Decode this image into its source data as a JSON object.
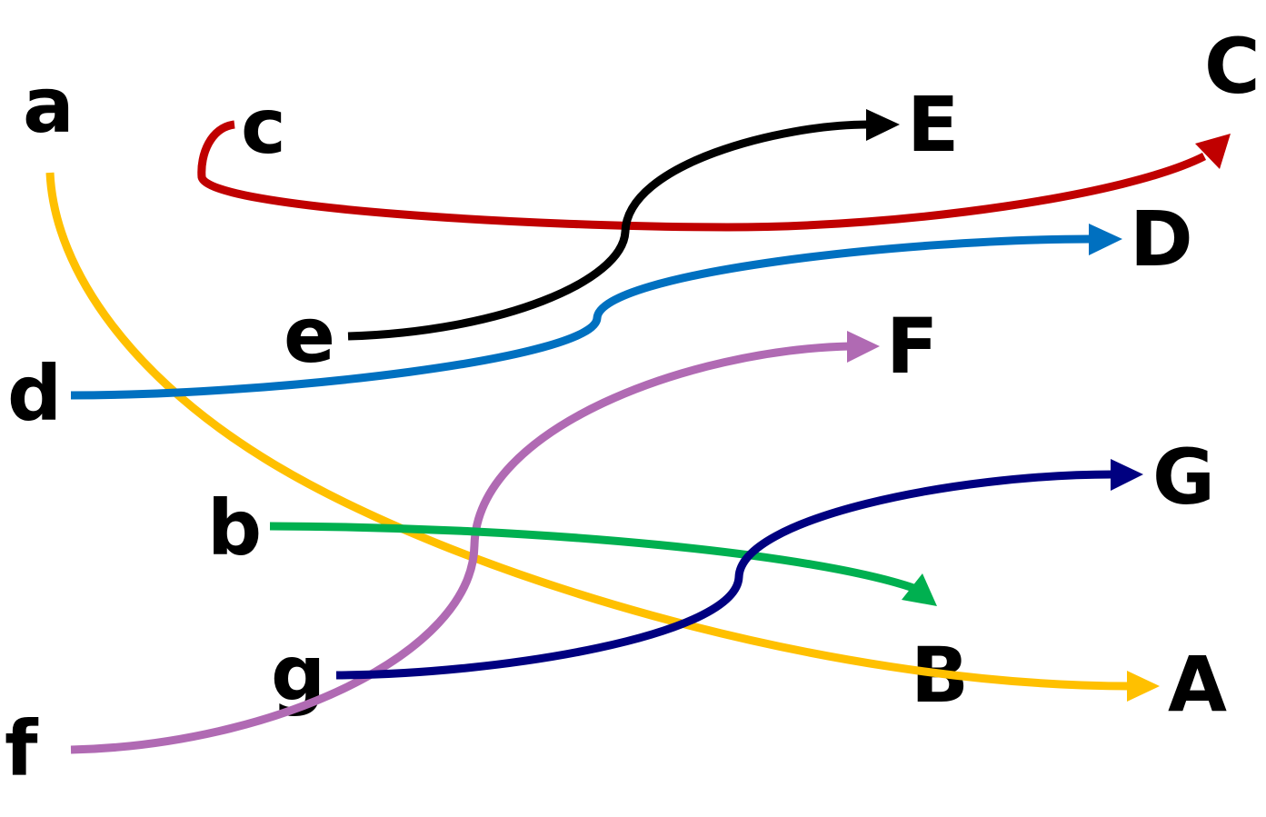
{
  "colors": {
    "a_A": "#FFC000",
    "c_C": "#C00000",
    "e_E": "#000000",
    "d_D": "#0070C0",
    "f_F": "#B06AB3",
    "b_B": "#00B050",
    "g_G": "#000080"
  },
  "sources": {
    "a": "a",
    "b": "b",
    "c": "c",
    "d": "d",
    "e": "e",
    "f": "f",
    "g": "g"
  },
  "targets": {
    "A": "A",
    "B": "B",
    "C": "C",
    "D": "D",
    "E": "E",
    "F": "F",
    "G": "G"
  },
  "connections": [
    {
      "from": "a",
      "to": "A",
      "color": "#FFC000"
    },
    {
      "from": "b",
      "to": "B",
      "color": "#00B050"
    },
    {
      "from": "c",
      "to": "C",
      "color": "#C00000"
    },
    {
      "from": "d",
      "to": "D",
      "color": "#0070C0"
    },
    {
      "from": "e",
      "to": "E",
      "color": "#000000"
    },
    {
      "from": "f",
      "to": "F",
      "color": "#B06AB3"
    },
    {
      "from": "g",
      "to": "G",
      "color": "#000080"
    }
  ]
}
